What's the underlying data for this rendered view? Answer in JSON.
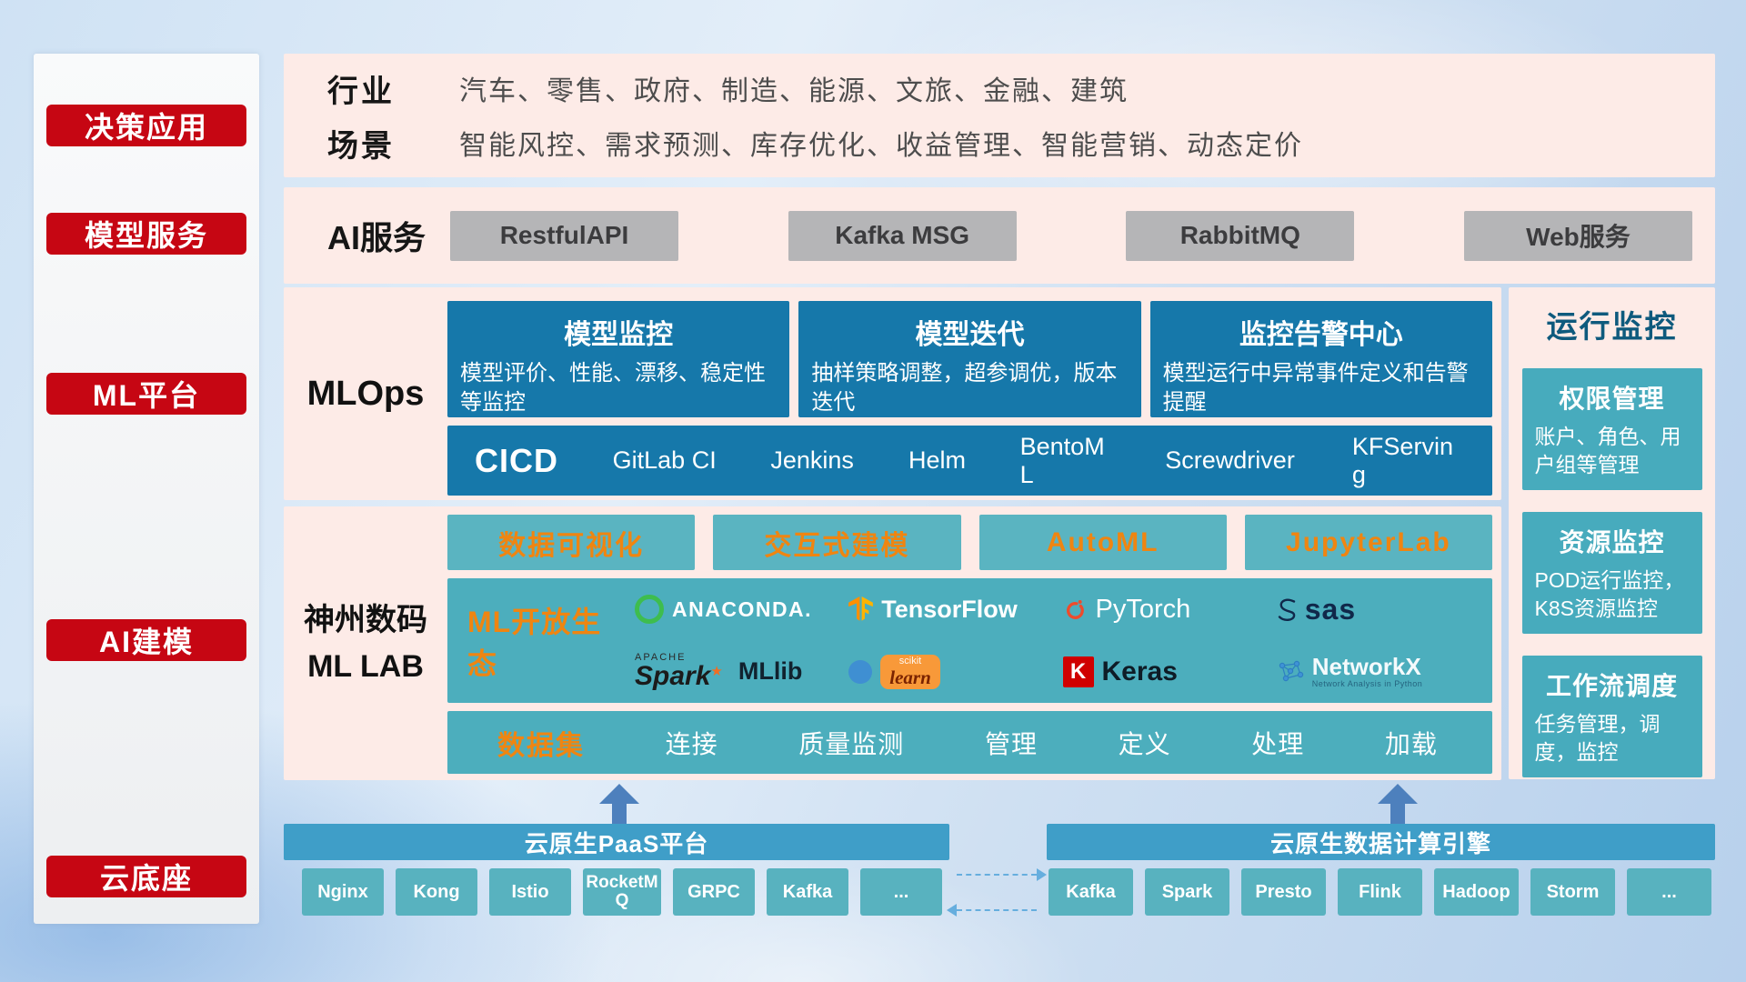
{
  "colors": {
    "badge_red": "#c60613",
    "panel_pink": "#fdebe7",
    "deep_blue": "#1678aa",
    "teal": "#4caebd",
    "light_teal": "#5ab4c1",
    "header_blue": "#3f9ec8",
    "orange_accent": "#ef8511",
    "gray_button": "#b5b5b7",
    "monitor_title": "#0e5a7d"
  },
  "sidebar": {
    "items": [
      {
        "label": "决策应用"
      },
      {
        "label": "模型服务"
      },
      {
        "label": "ML平台"
      },
      {
        "label": "AI建模"
      },
      {
        "label": "云底座"
      }
    ]
  },
  "industry_panel": {
    "rows": [
      {
        "label": "行业",
        "text": "汽车、零售、政府、制造、能源、文旅、金融、建筑"
      },
      {
        "label": "场景",
        "text": "智能风控、需求预测、库存优化、收益管理、智能营销、动态定价"
      }
    ]
  },
  "ai_service_panel": {
    "label": "AI服务",
    "services": [
      {
        "name": "RestfulAPI"
      },
      {
        "name": "Kafka MSG"
      },
      {
        "name": "RabbitMQ"
      },
      {
        "name": "Web服务"
      }
    ]
  },
  "mlops_panel": {
    "label": "MLOps",
    "cards": [
      {
        "title": "模型监控",
        "desc": "模型评价、性能、漂移、稳定性等监控"
      },
      {
        "title": "模型迭代",
        "desc": "抽样策略调整，超参调优，版本迭代"
      },
      {
        "title": "监控告警中心",
        "desc": "模型运行中异常事件定义和告警提醒"
      }
    ],
    "cicd": {
      "title": "CICD",
      "tools": [
        {
          "name": "GitLab CI"
        },
        {
          "name": "Jenkins"
        },
        {
          "name": "Helm"
        },
        {
          "name": "BentoML"
        },
        {
          "name": "Screwdriver"
        },
        {
          "name": "KFServing"
        }
      ]
    }
  },
  "monitor_panel": {
    "title": "运行监控",
    "cards": [
      {
        "title": "权限管理",
        "desc": "账户、角色、用户组等管理"
      },
      {
        "title": "资源监控",
        "desc": "POD运行监控，K8S资源监控"
      },
      {
        "title": "工作流调度",
        "desc": "任务管理，调度，监控"
      }
    ]
  },
  "mllab_panel": {
    "label_line1": "神州数码",
    "label_line2": "ML LAB",
    "tools": [
      {
        "name": "数据可视化"
      },
      {
        "name": "交互式建模"
      },
      {
        "name": "AutoML"
      },
      {
        "name": "JupyterLab"
      }
    ],
    "ecosystem": {
      "title": "ML开放生态",
      "logos": {
        "anaconda": {
          "icon": "anaconda-ring-icon",
          "text": "ANACONDA."
        },
        "tensorflow": {
          "icon": "tensorflow-icon",
          "text": "TensorFlow"
        },
        "pytorch": {
          "icon": "pytorch-flame-icon",
          "text": "PyTorch"
        },
        "sas": {
          "icon": "sas-swirl-icon",
          "text": "sas"
        },
        "spark": {
          "icon": "spark-star-icon",
          "apache": "APACHE",
          "text": "Spark",
          "companion": "MLlib"
        },
        "sklearn": {
          "icon": "scikit-learn-icon",
          "top": "scikit",
          "text": "learn"
        },
        "keras": {
          "icon": "keras-k-icon",
          "letter": "K",
          "text": "Keras"
        },
        "networkx": {
          "icon": "networkx-graph-icon",
          "text": "NetworkX",
          "subtext": "Network Analysis in Python"
        }
      }
    },
    "dataset": {
      "title": "数据集",
      "items": [
        {
          "name": "连接"
        },
        {
          "name": "质量监测"
        },
        {
          "name": "管理"
        },
        {
          "name": "定义"
        },
        {
          "name": "处理"
        },
        {
          "name": "加载"
        }
      ]
    }
  },
  "cloud_base": {
    "paas": {
      "title": "云原生PaaS平台",
      "items": [
        {
          "name": "Nginx"
        },
        {
          "name": "Kong"
        },
        {
          "name": "Istio"
        },
        {
          "name": "RocketMQ"
        },
        {
          "name": "GRPC"
        },
        {
          "name": "Kafka"
        },
        {
          "name": "..."
        }
      ]
    },
    "engine": {
      "title": "云原生数据计算引擎",
      "items": [
        {
          "name": "Kafka"
        },
        {
          "name": "Spark"
        },
        {
          "name": "Presto"
        },
        {
          "name": "Flink"
        },
        {
          "name": "Hadoop"
        },
        {
          "name": "Storm"
        },
        {
          "name": "..."
        }
      ]
    }
  }
}
